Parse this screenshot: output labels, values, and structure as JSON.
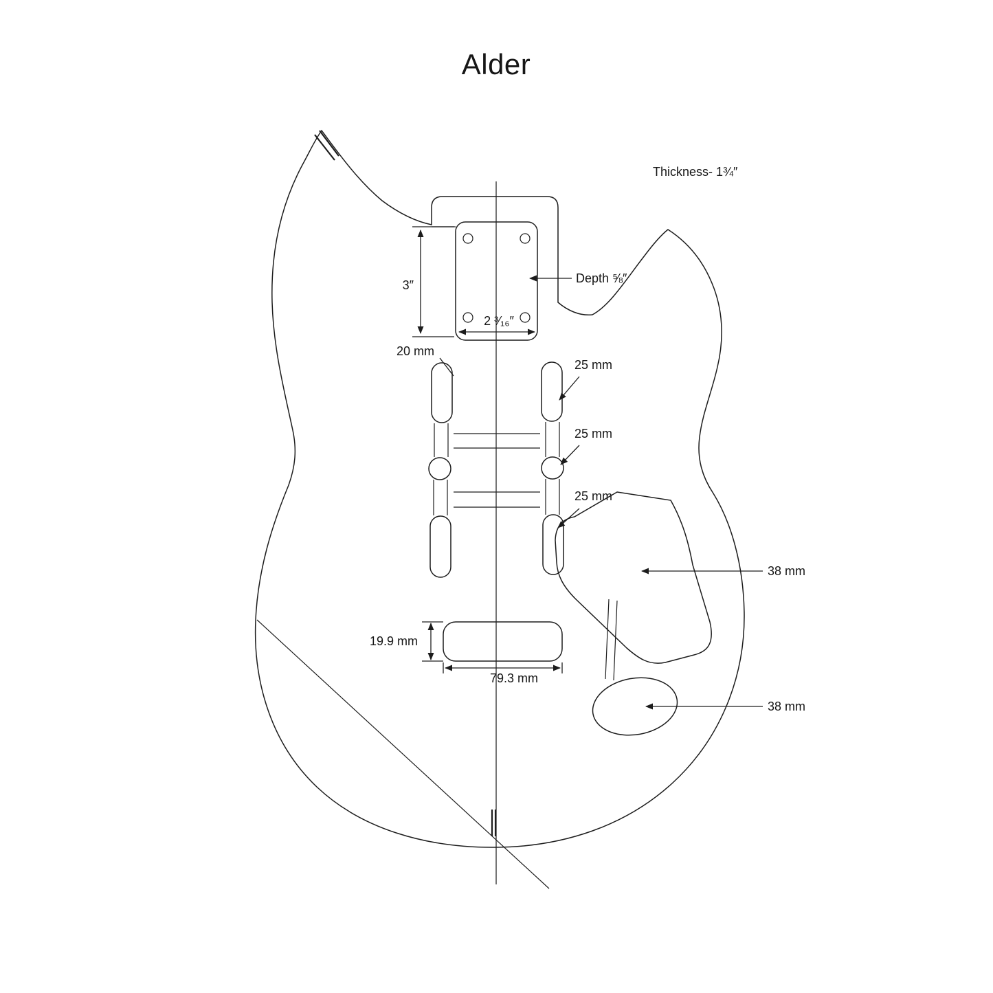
{
  "title": "Alder",
  "diagram": {
    "thickness_label": "Thickness- 1¾″",
    "depth_label": "Depth ⅝″",
    "neck_pocket_length": "3″",
    "neck_pocket_width": "2 ³⁄₁₆″",
    "neck_slot_width": "20 mm",
    "neck_route_width": "25 mm",
    "middle_route_width": "25 mm",
    "bridge_route_width": "25 mm",
    "trem_cavity_width": "38 mm",
    "jack_route_width": "38 mm",
    "block_route_height": "19.9 mm",
    "block_route_width": "79.3 mm"
  }
}
